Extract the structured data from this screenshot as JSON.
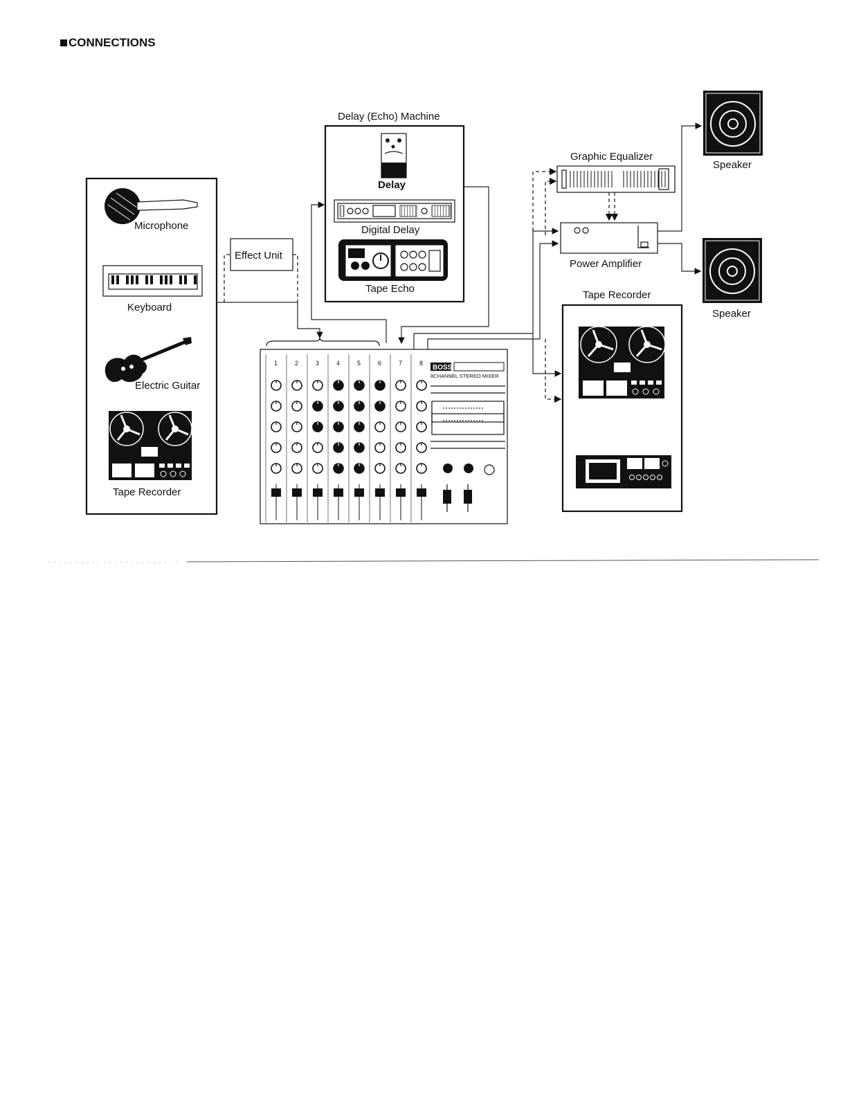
{
  "page": {
    "heading": "CONNECTIONS"
  },
  "diagram": {
    "source_panel": {
      "items": [
        {
          "name": "microphone",
          "label": "Microphone"
        },
        {
          "name": "keyboard",
          "label": "Keyboard"
        },
        {
          "name": "electric-guitar",
          "label": "Electric Guitar"
        },
        {
          "name": "tape-recorder",
          "label": "Tape Recorder"
        }
      ]
    },
    "effect_unit": {
      "label": "Effect Unit"
    },
    "delay_machine": {
      "title": "Delay (Echo) Machine",
      "items": [
        {
          "name": "delay",
          "label": "Delay"
        },
        {
          "name": "digital-delay",
          "label": "Digital Delay"
        },
        {
          "name": "tape-echo",
          "label": "Tape Echo"
        }
      ]
    },
    "mixer": {
      "channel_numbers": [
        "1",
        "2",
        "3",
        "4",
        "5",
        "6",
        "7",
        "8"
      ],
      "brand": "BOSS",
      "subtitle": "8CHANNEL STEREO MIXER"
    },
    "graphic_equalizer": {
      "label": "Graphic Equalizer"
    },
    "power_amplifier": {
      "label": "Power Amplifier"
    },
    "speakers": [
      {
        "label": "Speaker"
      },
      {
        "label": "Speaker"
      }
    ],
    "output_tape_recorder": {
      "label": "Tape Recorder"
    }
  },
  "colors": {
    "ink": "#111111",
    "paper": "#ffffff"
  }
}
